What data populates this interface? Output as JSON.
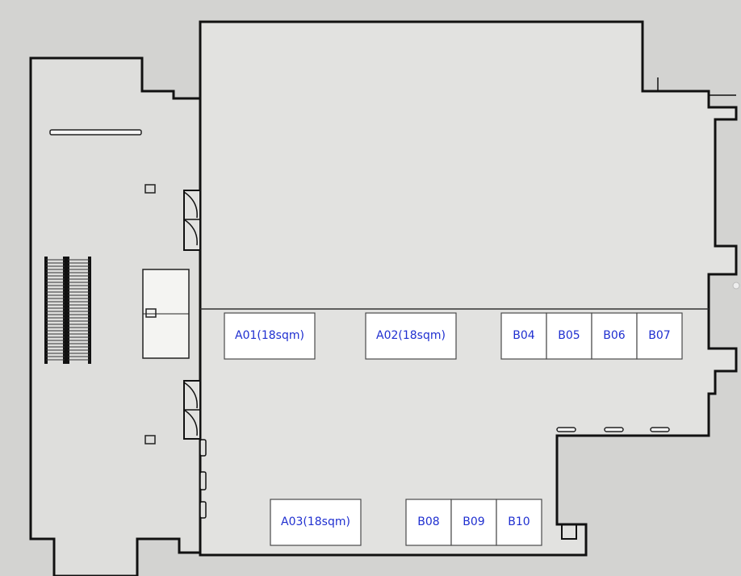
{
  "booths": [
    {
      "id": "A01",
      "label": "A01(18sqm)"
    },
    {
      "id": "A02",
      "label": "A02(18sqm)"
    },
    {
      "id": "A03",
      "label": "A03(18sqm)"
    },
    {
      "id": "B04",
      "label": "B04"
    },
    {
      "id": "B05",
      "label": "B05"
    },
    {
      "id": "B06",
      "label": "B06"
    },
    {
      "id": "B07",
      "label": "B07"
    },
    {
      "id": "B08",
      "label": "B08"
    },
    {
      "id": "B09",
      "label": "B09"
    },
    {
      "id": "B10",
      "label": "B10"
    }
  ],
  "colors": {
    "background": "#d3d3d1",
    "floor": "#e2e2e0",
    "corridor": "#dededc",
    "wall": "#111111",
    "booth_fill": "#ffffff",
    "booth_text": "#1f2fd0"
  }
}
